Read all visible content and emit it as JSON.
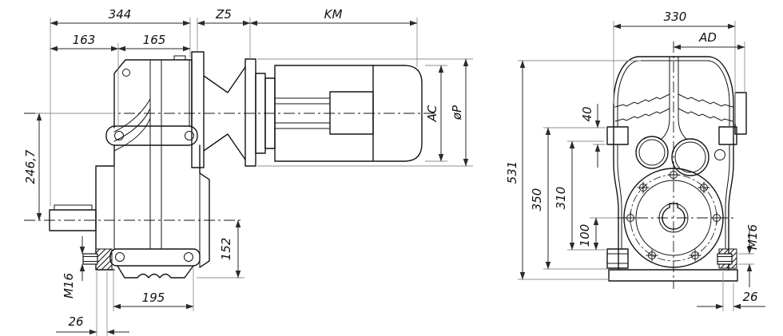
{
  "drawing": {
    "bg": "#ffffff",
    "line_color": "#141414",
    "dim_color": "#2a2a2a",
    "ext_color": "#8f8f8f",
    "views": {
      "side": {
        "dims": {
          "overall_length": "344",
          "length_left": "163",
          "length_right": "165",
          "adapter_length": "Z5",
          "motor_length": "KM",
          "axis_distance": "246,7",
          "motor_height": "AC",
          "motor_flange_dia": "øP",
          "axis_to_bottom": "152",
          "foot_length": "195",
          "jack_thread": "M16",
          "jack_offset": "26"
        }
      },
      "front": {
        "dims": {
          "overall_width": "330",
          "axis_to_side": "AD",
          "overall_height": "531",
          "lug_thickness": "40",
          "mount_height_1": "350",
          "mount_height_2": "310",
          "axis_to_lug": "100",
          "jack_thread": "M16",
          "jack_offset": "26"
        }
      }
    }
  }
}
